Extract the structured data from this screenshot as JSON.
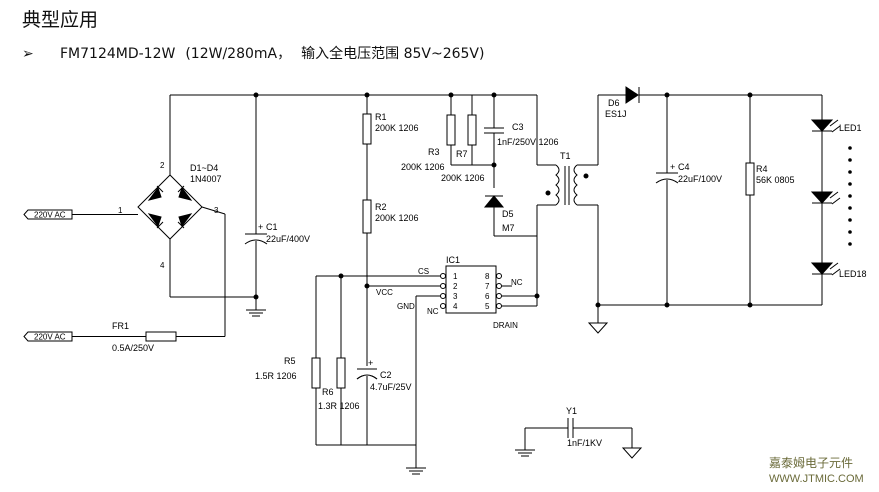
{
  "heading": "典型应用",
  "subtitle": {
    "bullet": "➢",
    "model": "FM7124MD-12W",
    "spec": "(12W/280mA，",
    "input": "输入全电压范围 85V~265V)"
  },
  "schematic": {
    "ac_terminal_top": "220V AC",
    "ac_terminal_bottom": "220V AC",
    "fuse": {
      "ref": "FR1",
      "value": "0.5A/250V"
    },
    "bridge": {
      "ref": "D1~D4",
      "value": "1N4007",
      "pins": [
        "1",
        "2",
        "3",
        "4"
      ]
    },
    "c1": {
      "plus": "+",
      "ref": "C1",
      "value": "22uF/400V"
    },
    "r1": {
      "ref": "R1",
      "value": "200K 1206"
    },
    "r2": {
      "ref": "R2",
      "value": "200K 1206"
    },
    "r3": {
      "ref": "R3",
      "value": "200K 1206"
    },
    "r7": {
      "ref": "R7",
      "value": "200K 1206"
    },
    "c3": {
      "ref": "C3",
      "value": "1nF/250V 1206"
    },
    "d5": {
      "ref": "D5",
      "value": "M7"
    },
    "t1": {
      "ref": "T1"
    },
    "d6": {
      "ref": "D6",
      "value": "ES1J"
    },
    "c4": {
      "plus": "+",
      "ref": "C4",
      "value": "22uF/100V"
    },
    "r4": {
      "ref": "R4",
      "value": "56K 0805"
    },
    "leds": {
      "first": "LED1",
      "last": "LED18"
    },
    "ic1": {
      "ref": "IC1",
      "left_pins": [
        "1",
        "2",
        "3",
        "4"
      ],
      "right_pins": [
        "8",
        "7",
        "6",
        "5"
      ],
      "cs": "CS",
      "vcc": "VCC",
      "gnd": "GND",
      "nc_left": "NC",
      "nc_right": "NC",
      "drain": "DRAIN"
    },
    "r5": {
      "ref": "R5",
      "value": "1.5R 1206"
    },
    "r6": {
      "ref": "R6",
      "value": "1.3R 1206"
    },
    "c2": {
      "plus": "+",
      "ref": "C2",
      "value": "4.7uF/25V"
    },
    "y1": {
      "ref": "Y1",
      "value": "1nF/1KV"
    }
  },
  "watermark": {
    "line1": "嘉泰姆电子元件",
    "line2": "WWW.JTMIC.COM"
  }
}
